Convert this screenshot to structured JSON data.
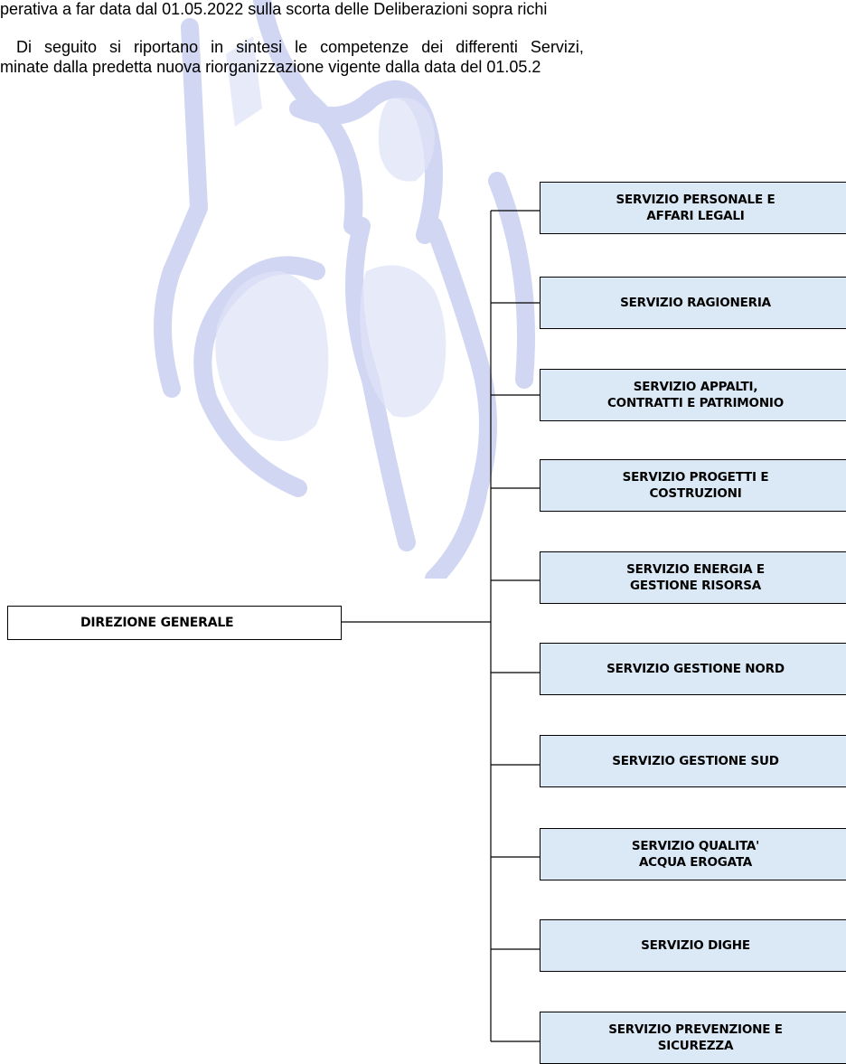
{
  "intro": {
    "line1": "perativa a far data dal 01.05.2022 sulla scorta delle Deliberazioni sopra richi",
    "line2": "Di seguito si riportano in sintesi le competenze dei differenti Servizi,",
    "line3": "minate dalla predetta nuova riorganizzazione vigente dalla data del 01.05.2"
  },
  "org_chart": {
    "root": "DIREZIONE GENERALE",
    "services": [
      "SERVIZIO PERSONALE E\nAFFARI LEGALI",
      "SERVIZIO RAGIONERIA",
      "SERVIZIO APPALTI,\nCONTRATTI E PATRIMONIO",
      "SERVIZIO PROGETTI E\nCOSTRUZIONI",
      "SERVIZIO ENERGIA E\nGESTIONE RISORSA",
      "SERVIZIO GESTIONE NORD",
      "SERVIZIO GESTIONE SUD",
      "SERVIZIO QUALITA'\nACQUA EROGATA",
      "SERVIZIO DIGHE",
      "SERVIZIO PREVENZIONE E\nSICUREZZA"
    ]
  },
  "colors": {
    "box_fill": "#dbe9f7",
    "watermark": "#c7cdef"
  },
  "watermark_icon": "madonna-watermark-icon"
}
